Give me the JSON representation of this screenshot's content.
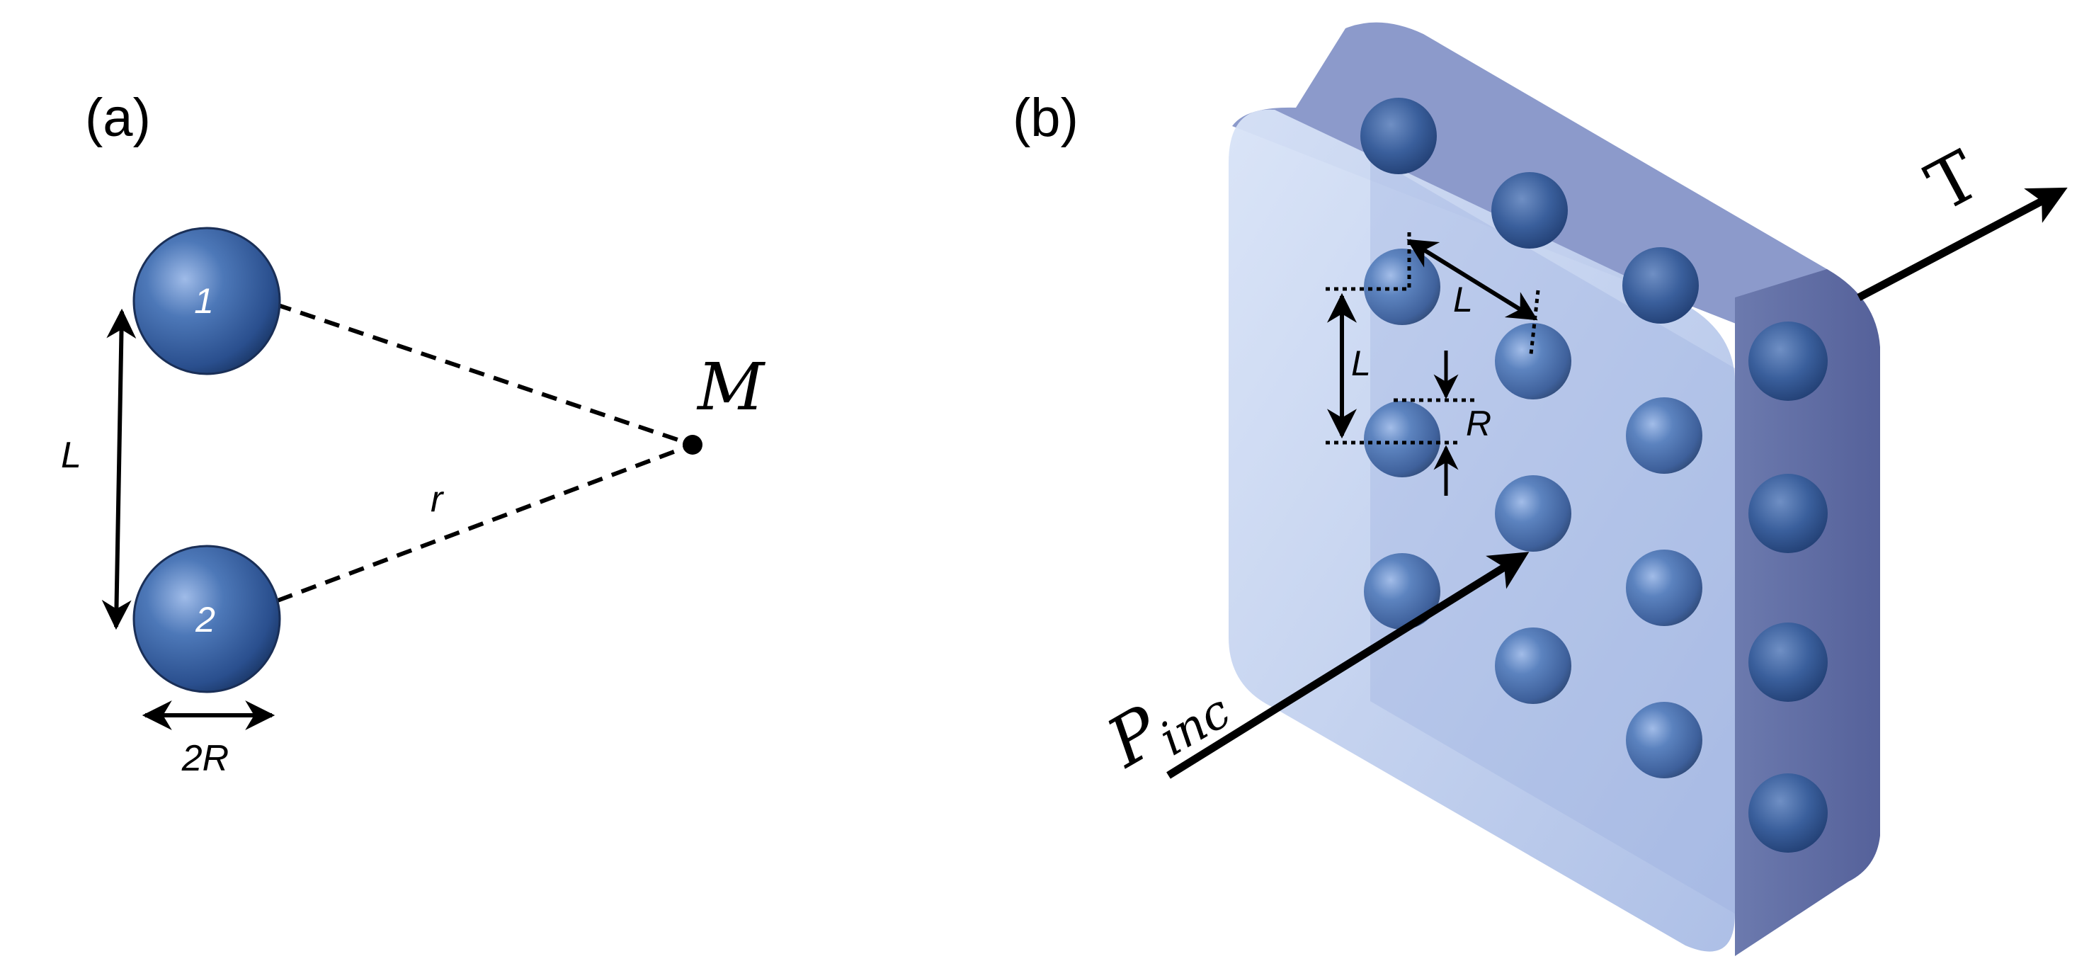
{
  "panel_a": {
    "panel_label": "(a)",
    "sphere_1_label": "1",
    "sphere_2_label": "2",
    "separation_label": "L",
    "diameter_label": "2R",
    "distance_label": "r",
    "point_label": "M"
  },
  "panel_b": {
    "panel_label": "(b)",
    "diagonal_spacing_label": "L",
    "vertical_spacing_label": "L",
    "radius_label": "R",
    "incident_label_main": "P",
    "incident_label_sub": "inc",
    "transmitted_label": "T"
  },
  "colors": {
    "sphere_fill": "#3d67a8",
    "sphere_dark": "#1f3f78",
    "slab_front": "#c7d5ef",
    "slab_side": "#6a78ad",
    "slab_top": "#8a98c8",
    "ink": "#000000"
  }
}
